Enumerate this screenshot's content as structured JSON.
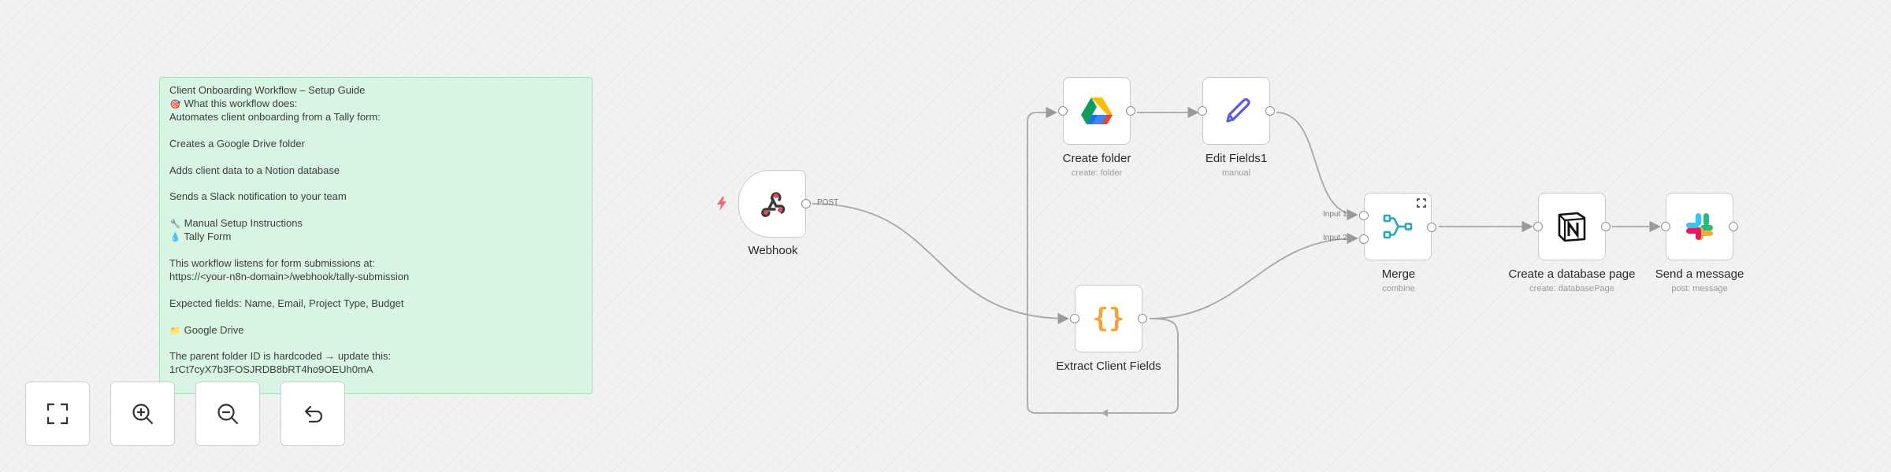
{
  "sticky_note": {
    "title": "Client Onboarding Workflow – Setup Guide",
    "what_heading": "What this workflow does:",
    "intro": "Automates client onboarding from a Tally form:",
    "item_drive": "Creates a Google Drive folder",
    "item_notion": "Adds client data to a Notion database",
    "item_slack": "Sends a Slack notification to your team",
    "manual_heading": "Manual Setup Instructions",
    "tally_heading": "Tally Form",
    "listens": "This workflow listens for form submissions at:",
    "url": "https://<your-n8n-domain>/webhook/tally-submission",
    "expected": "Expected fields: Name, Email, Project Type, Budget",
    "drive_heading": "Google Drive",
    "parent": "The parent folder ID is hardcoded → update this:",
    "folder_id": "1rCt7cyX7b3FOSJRDB8bRT4ho9OEUh0mA"
  },
  "nodes": {
    "webhook": {
      "title": "Webhook",
      "out_label": "POST"
    },
    "create_folder": {
      "title": "Create folder",
      "subtitle": "create: folder"
    },
    "edit_fields": {
      "title": "Edit Fields1",
      "subtitle": "manual"
    },
    "extract": {
      "title": "Extract Client Fields"
    },
    "merge": {
      "title": "Merge",
      "subtitle": "combine",
      "input1": "Input 1",
      "input2": "Input 2"
    },
    "notion": {
      "title": "Create a database page",
      "subtitle": "create: databasePage"
    },
    "slack": {
      "title": "Send a message",
      "subtitle": "post: message"
    }
  },
  "controls": [
    "fit-view",
    "zoom-in",
    "zoom-out",
    "undo"
  ],
  "icons": {
    "webhook": "webhook-icon",
    "drive": "google-drive-icon",
    "pen": "pen-icon",
    "code": "code-braces-icon",
    "merge": "merge-icon",
    "notion": "notion-icon",
    "slack": "slack-icon",
    "trigger": "lightning-icon"
  },
  "colors": {
    "sticky_bg": "#d7f5e2",
    "code_orange": "#f2a33a",
    "webhook_red": "#e8455e",
    "merge_teal": "#2aa7b8"
  }
}
